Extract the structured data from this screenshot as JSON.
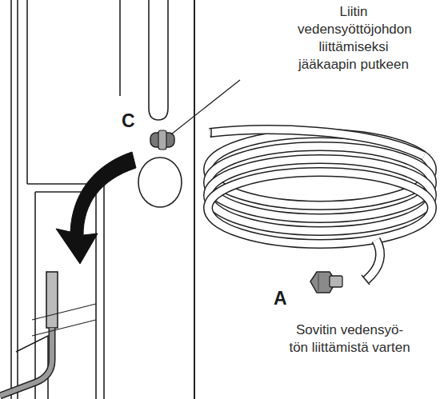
{
  "diagram": {
    "labels": [
      "C",
      "Liitin vedensyöttöjohdon liittämiseksi jääkaapin putkeen",
      "A",
      "Sovitin vedensyö- tön liittämistä varten"
    ]
  }
}
